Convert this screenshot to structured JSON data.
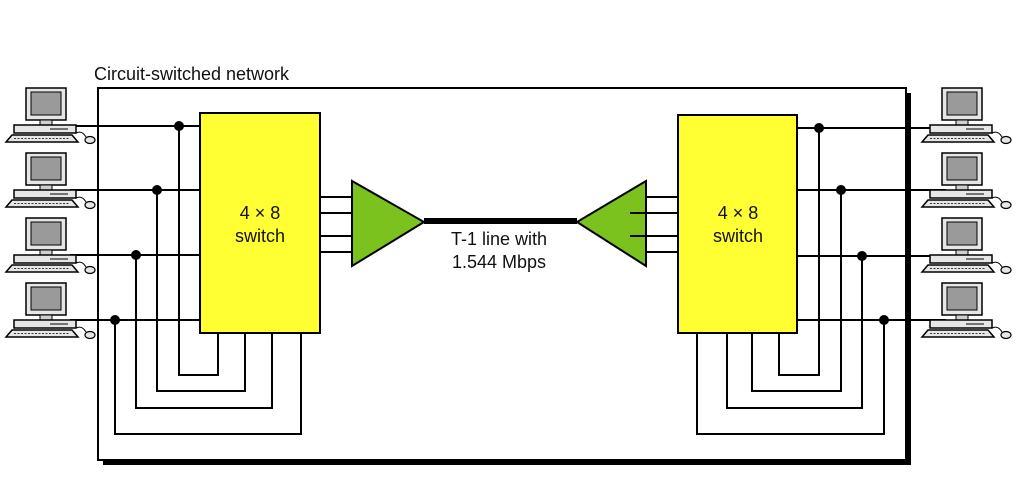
{
  "network": {
    "title": "Circuit-switched network"
  },
  "left_switch": {
    "size": "4 × 8",
    "kind": "switch"
  },
  "right_switch": {
    "size": "4 × 8",
    "kind": "switch"
  },
  "trunk": {
    "line1": "T-1 line with",
    "line2": "1.544 Mbps"
  },
  "colors": {
    "switch_fill": "#ffff33",
    "mux_fill": "#7cc21f",
    "line": "#000000",
    "frame_shadow": "#000000"
  },
  "icons": {
    "terminal": "desktop-computer-icon",
    "junction": "junction-dot"
  }
}
